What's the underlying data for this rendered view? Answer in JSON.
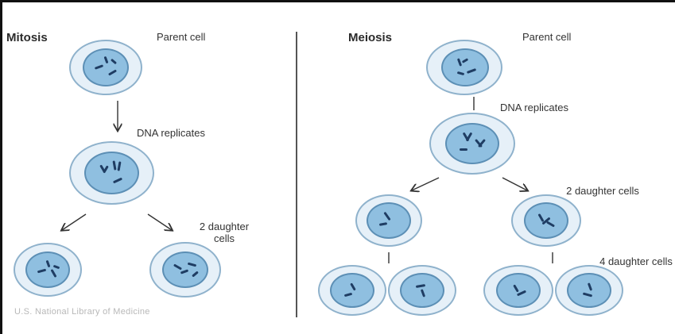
{
  "mitosis": {
    "title": "Mitosis",
    "parent_label": "Parent cell",
    "replicates_label": "DNA replicates",
    "daughters_label": "2 daughter cells"
  },
  "meiosis": {
    "title": "Meiosis",
    "parent_label": "Parent cell",
    "replicates_label": "DNA replicates",
    "daughters2_label": "2 daughter cells",
    "daughters4_label": "4 daughter cells"
  },
  "credit": "U.S. National Library of Medicine",
  "colors": {
    "cell_fill": "#e6f0f8",
    "cell_border": "#8fb2cc",
    "nucleus_fill": "#8fbfe0",
    "nucleus_border": "#5c8fb5",
    "chromosome": "#1f3d63"
  }
}
